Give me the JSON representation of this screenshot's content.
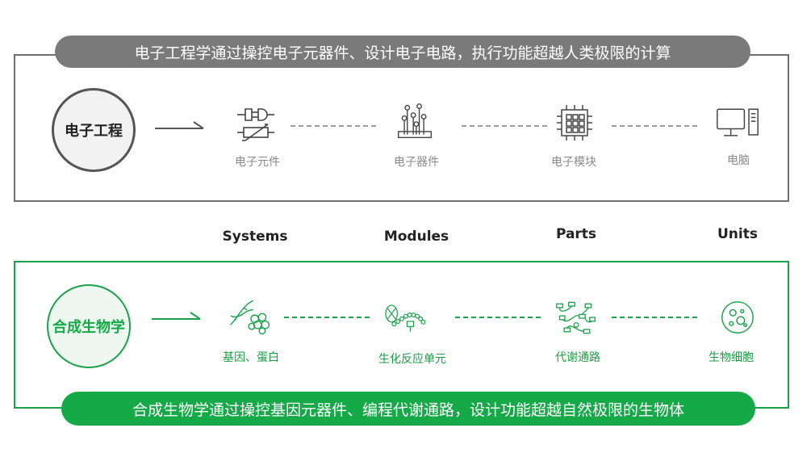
{
  "engineering": {
    "banner": "电子工程学通过操控电子元器件、设计电子电路，执行功能超越人类极限的计算",
    "title": "电子工程",
    "items": [
      {
        "label": "电子元件",
        "icon": "electronic-component-icon"
      },
      {
        "label": "电子器件",
        "icon": "electronic-device-icon"
      },
      {
        "label": "电子模块",
        "icon": "chip-module-icon"
      },
      {
        "label": "电脑",
        "icon": "computer-icon"
      }
    ]
  },
  "categories": [
    "Systems",
    "Modules",
    "Parts",
    "Units"
  ],
  "biology": {
    "title": "合成生物学",
    "banner": "合成生物学通过操控基因元器件、编程代谢通路，设计功能超越自然极限的生物体",
    "items": [
      {
        "label": "基因、蛋白",
        "icon": "dna-protein-icon"
      },
      {
        "label": "生化反应单元",
        "icon": "biochemical-unit-icon"
      },
      {
        "label": "代谢通路",
        "icon": "metabolic-pathway-icon"
      },
      {
        "label": "生物细胞",
        "icon": "cell-icon"
      }
    ]
  },
  "colors": {
    "gray": "#7a7a7a",
    "green": "#15a948"
  }
}
